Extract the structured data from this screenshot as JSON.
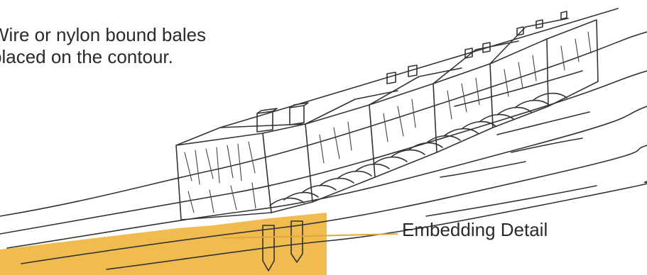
{
  "caption": {
    "line1": "Wire or nylon bound bales",
    "line2": "placed on the contour."
  },
  "callout": {
    "label": "Embedding Detail"
  },
  "colors": {
    "trench": "#f0bc4f",
    "ink": "#333333",
    "leader": "#e0a83a"
  }
}
